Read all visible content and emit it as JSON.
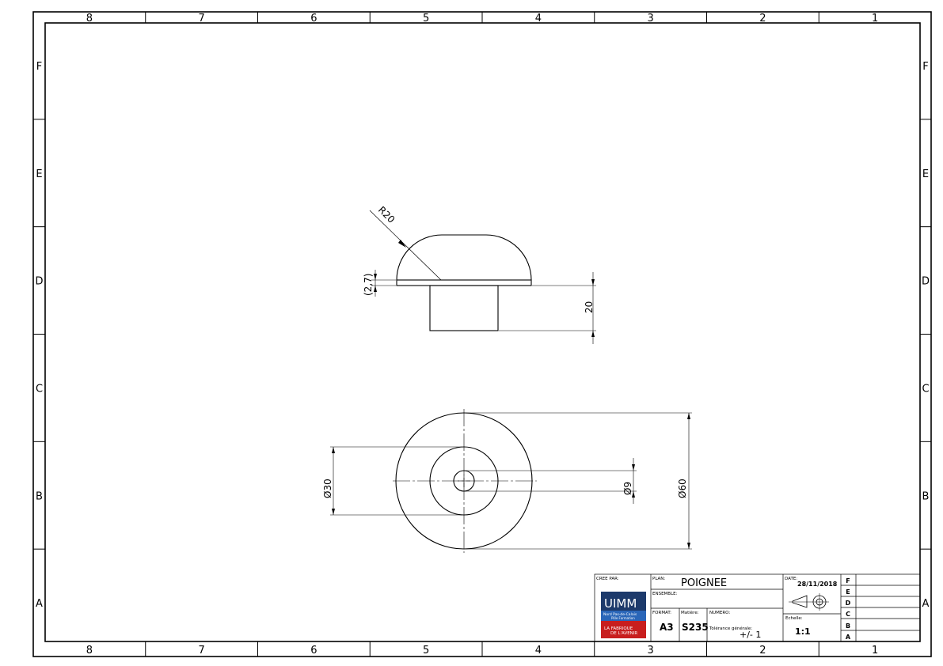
{
  "border": {
    "columns": [
      "8",
      "7",
      "6",
      "5",
      "4",
      "3",
      "2",
      "1"
    ],
    "rows": [
      "F",
      "E",
      "D",
      "C",
      "B",
      "A"
    ]
  },
  "front_view": {
    "radius_label": "R20",
    "thickness_label": "(2,7)",
    "height_label": "20"
  },
  "top_view": {
    "d30_label": "Ø30",
    "d9_label": "Ø9",
    "d60_label": "Ø60"
  },
  "title_block": {
    "created_by_label": "CREE PAR:",
    "plan_label": "PLAN:",
    "plan_value": "POIGNEE",
    "date_label": "DATE:",
    "date_value": "28/11/2018",
    "assembly_label": "ENSEMBLE:",
    "format_label": "FORMAT:",
    "format_value": "A3",
    "material_label": "Matière:",
    "material_value": "S235",
    "number_label": "NUMERO:",
    "tolerance_label": "Tolérance générale:",
    "tolerance_value": "+/- 1",
    "scale_label": "Echelle:",
    "scale_value": "1:1",
    "revisions": [
      "F",
      "E",
      "D",
      "C",
      "B",
      "A"
    ],
    "logo": {
      "name": "UIMM",
      "line1": "Nord Pas-de-Calais",
      "line2": "Pôle Formation",
      "line3": "LA FABRIQUE",
      "line4": "DE L'AVENIR",
      "colors": {
        "top": "#1d3a6b",
        "mid": "#2a66b8",
        "bottom": "#c81e1e"
      }
    }
  }
}
